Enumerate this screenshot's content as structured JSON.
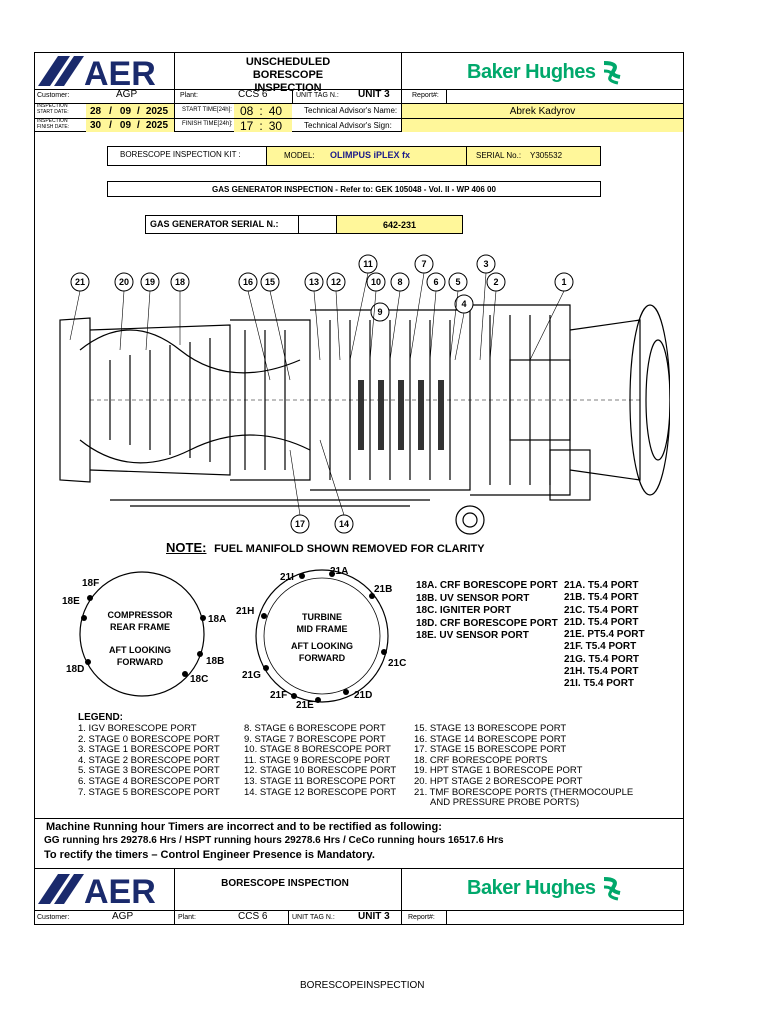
{
  "header": {
    "title": "UNSCHEDULED BORESCOPE INSPECTION",
    "aer_logo": "AER",
    "bh_logo": "Baker Hughes",
    "customer_label": "Customer:",
    "customer": "AGP",
    "plant_label": "Plant:",
    "plant": "CCS 6",
    "unit_tag_label": "UNIT TAG N.:",
    "unit_tag": "UNIT 3",
    "report_label": "Report#:",
    "start_date_label": "INSPECTION START DATE:",
    "start_dd": "28",
    "start_mm": "09",
    "start_yyyy": "2025",
    "finish_date_label": "INSPECTION FINISH DATE:",
    "finish_dd": "30",
    "finish_mm": "09",
    "finish_yyyy": "2025",
    "start_time_label": "START TIME[24h]:",
    "start_hh": "08",
    "start_min": "40",
    "finish_time_label": "FINISH TIME[24h]:",
    "finish_hh": "17",
    "finish_min": "30",
    "advisor_name_label": "Technical Advisor's Name:",
    "advisor_name": "Abrek Kadyrov",
    "advisor_sign_label": "Technical Advisor's Sign:"
  },
  "kit": {
    "label": "BORESCOPE INSPECTION KIT :",
    "model_label": "MODEL:",
    "model": "OLIMPUS iPLEX fx",
    "serial_label": "SERIAL No.:",
    "serial": "Y305532"
  },
  "gg_inspection": "GAS GENERATOR INSPECTION - Refer to: GEK 105048 - Vol. II - WP 406 00",
  "gg_serial": {
    "label": "GAS GENERATOR SERIAL N.:",
    "value": "642-231"
  },
  "diagram": {
    "callouts": [
      "21",
      "20",
      "19",
      "18",
      "16",
      "15",
      "13",
      "12",
      "11",
      "10",
      "9",
      "8",
      "7",
      "6",
      "5",
      "4",
      "3",
      "2",
      "1",
      "17",
      "14"
    ],
    "note_label": "NOTE:",
    "note_text": "FUEL MANIFOLD SHOWN REMOVED FOR CLARITY",
    "crf_title_1": "COMPRESSOR",
    "crf_title_2": "REAR FRAME",
    "crf_sub_1": "AFT LOOKING",
    "crf_sub_2": "FORWARD",
    "crf_ports": [
      "18F",
      "18E",
      "18A",
      "18D",
      "18B",
      "18C"
    ],
    "tmf_title_1": "TURBINE",
    "tmf_title_2": "MID FRAME",
    "tmf_sub_1": "AFT LOOKING",
    "tmf_sub_2": "FORWARD",
    "tmf_ports": [
      "21I",
      "21A",
      "21B",
      "21H",
      "21C",
      "21G",
      "21D",
      "21F",
      "21E"
    ],
    "ports_18": [
      "18A. CRF BORESCOPE PORT",
      "18B. UV SENSOR PORT",
      "18C. IGNITER PORT",
      "18D. CRF BORESCOPE PORT",
      "18E. UV SENSOR PORT"
    ],
    "ports_21": [
      "21A. T5.4 PORT",
      "21B. T5.4 PORT",
      "21C. T5.4 PORT",
      "21D. T5.4 PORT",
      "21E. PT5.4 PORT",
      "21F. T5.4 PORT",
      "21G. T5.4 PORT",
      "21H. T5.4 PORT",
      "21I. T5.4 PORT"
    ]
  },
  "legend": {
    "title": "LEGEND:",
    "col1": [
      "1. IGV BORESCOPE PORT",
      "2. STAGE 0 BORESCOPE PORT",
      "3. STAGE 1 BORESCOPE PORT",
      "4. STAGE 2 BORESCOPE PORT",
      "5. STAGE 3 BORESCOPE PORT",
      "6. STAGE 4 BORESCOPE PORT",
      "7. STAGE 5 BORESCOPE PORT"
    ],
    "col2": [
      "8. STAGE 6 BORESCOPE PORT",
      "9. STAGE 7 BORESCOPE PORT",
      "10. STAGE 8 BORESCOPE PORT",
      "11. STAGE 9 BORESCOPE PORT",
      "12. STAGE 10 BORESCOPE PORT",
      "13. STAGE 11 BORESCOPE PORT",
      "14. STAGE 12 BORESCOPE PORT"
    ],
    "col3": [
      "15. STAGE 13 BORESCOPE PORT",
      "16. STAGE 14 BORESCOPE PORT",
      "17. STAGE 15 BORESCOPE PORT",
      "18. CRF BORESCOPE PORTS",
      "19. HPT STAGE 1 BORESCOPE PORT",
      "20. HPT STAGE 2 BORESCOPE PORT",
      "21. TMF BORESCOPE PORTS (THERMOCOUPLE",
      "AND PRESSURE PROBE PORTS)"
    ]
  },
  "remarks": {
    "line1": "Machine Running hour Timers are incorrect and to be rectified as following:",
    "line2": "GG running hrs 29278.6 Hrs / HSPT running hours 29278.6 Hrs / CeCo running hours 16517.6 Hrs",
    "line3": "To rectify the timers – Control Engineer Presence is Mandatory."
  },
  "footer_header": {
    "title": "BORESCOPE INSPECTION",
    "customer_label": "Customer:",
    "customer": "AGP",
    "plant_label": "Plant:",
    "plant": "CCS 6",
    "unit_tag_label": "UNIT TAG N.:",
    "unit_tag": "UNIT 3",
    "report_label": "Report#:"
  },
  "page_footer": "BORESCOPEINSPECTION",
  "colors": {
    "aer_navy": "#1a2a6c",
    "bh_green": "#00a86b",
    "highlight_yellow": "#fff79a"
  }
}
